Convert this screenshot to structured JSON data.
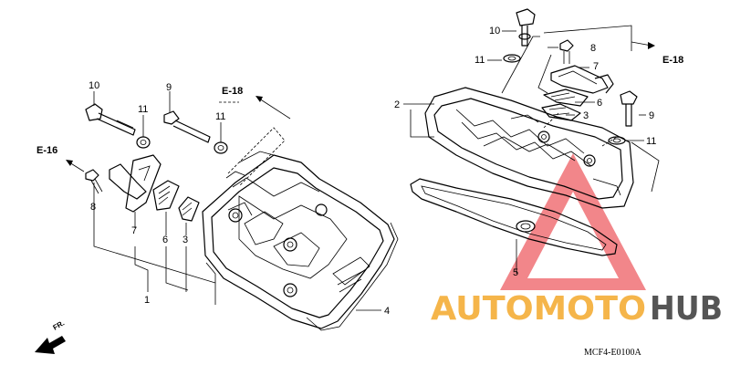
{
  "callouts": {
    "l_10": "10",
    "l_9": "9",
    "l_11a": "11",
    "l_11b": "11",
    "l_8": "8",
    "l_7": "7",
    "l_6": "6",
    "l_3": "3",
    "l_1": "1",
    "l_4": "4",
    "r_10": "10",
    "r_11a": "11",
    "r_8": "8",
    "r_7": "7",
    "r_2": "2",
    "r_6": "6",
    "r_3": "3",
    "r_9": "9",
    "r_11b": "11",
    "r_5": "5"
  },
  "references": {
    "e18_left": "E-18",
    "e18_right": "E-18",
    "e16": "E-16"
  },
  "direction": "FR.",
  "diagram_code": "MCF4-E0100A",
  "watermark": {
    "part1": "AUTOMOTO",
    "part2": "HUB",
    "color1": "#f5b54a",
    "color2": "#555555",
    "triangle_color": "#e8232a"
  }
}
